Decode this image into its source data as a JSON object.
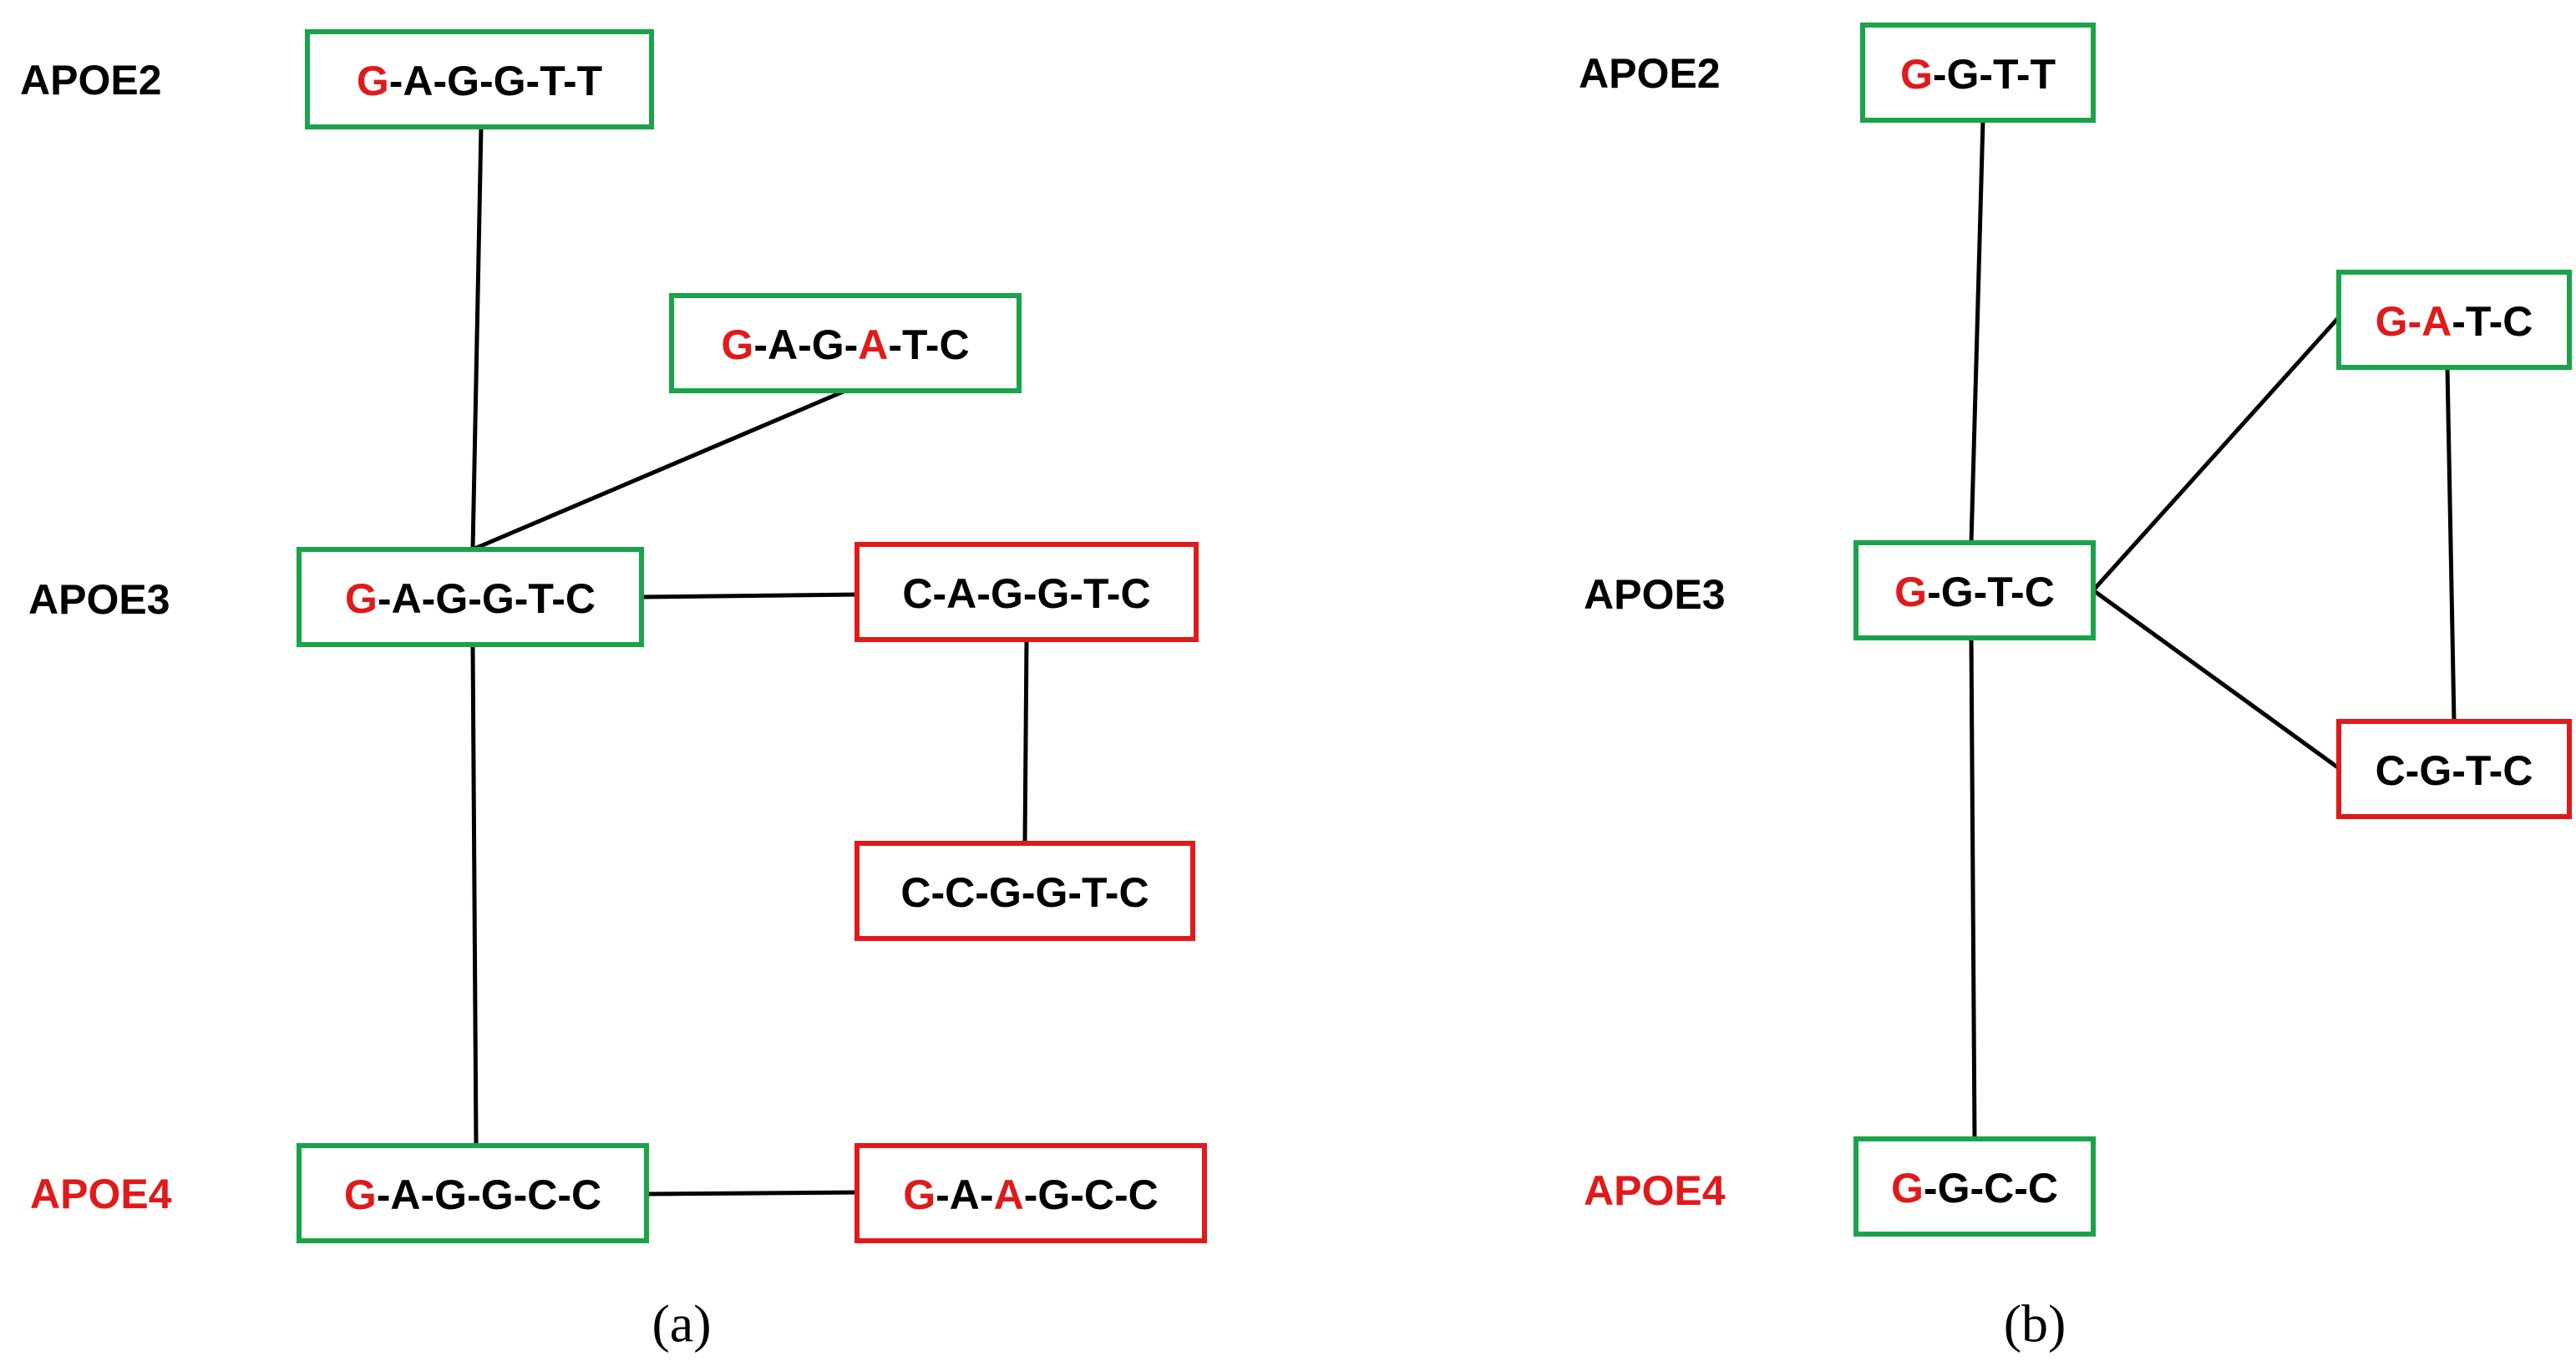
{
  "colors": {
    "green_border": "#1aa34a",
    "red_border": "#e01a1a",
    "red_text": "#e01a1a",
    "black": "#000000"
  },
  "panels": [
    {
      "id": "a",
      "label": "(a)",
      "groups": [
        {
          "id": "apoe2",
          "text": "APOE2",
          "color": "black"
        },
        {
          "id": "apoe3",
          "text": "APOE3",
          "color": "black"
        },
        {
          "id": "apoe4",
          "text": "APOE4",
          "color": "red"
        }
      ],
      "nodes": [
        {
          "id": "a1",
          "border": "green",
          "parts": [
            {
              "t": "G",
              "red": true
            },
            {
              "t": "-A-G-G-T-T",
              "red": false
            }
          ]
        },
        {
          "id": "a2",
          "border": "green",
          "parts": [
            {
              "t": "G",
              "red": true
            },
            {
              "t": "-A-G-",
              "red": false
            },
            {
              "t": "A",
              "red": true
            },
            {
              "t": "-T-C",
              "red": false
            }
          ]
        },
        {
          "id": "a3",
          "border": "green",
          "parts": [
            {
              "t": "G",
              "red": true
            },
            {
              "t": "-A-G-G-T-C",
              "red": false
            }
          ]
        },
        {
          "id": "a4",
          "border": "red",
          "parts": [
            {
              "t": "C-A-G-G-T-C",
              "red": false
            }
          ]
        },
        {
          "id": "a5",
          "border": "red",
          "parts": [
            {
              "t": "C-C-G-G-T-C",
              "red": false
            }
          ]
        },
        {
          "id": "a6",
          "border": "green",
          "parts": [
            {
              "t": "G",
              "red": true
            },
            {
              "t": "-A-G-G-C-C",
              "red": false
            }
          ]
        },
        {
          "id": "a7",
          "border": "red",
          "parts": [
            {
              "t": "G",
              "red": true
            },
            {
              "t": "-A-",
              "red": false
            },
            {
              "t": "A",
              "red": true
            },
            {
              "t": "-G-C-C",
              "red": false
            }
          ]
        }
      ],
      "edges": [
        [
          "a1",
          "a3"
        ],
        [
          "a2",
          "a3"
        ],
        [
          "a3",
          "a4"
        ],
        [
          "a4",
          "a5"
        ],
        [
          "a3",
          "a6"
        ],
        [
          "a6",
          "a7"
        ]
      ]
    },
    {
      "id": "b",
      "label": "(b)",
      "groups": [
        {
          "id": "apoe2",
          "text": "APOE2",
          "color": "black"
        },
        {
          "id": "apoe3",
          "text": "APOE3",
          "color": "black"
        },
        {
          "id": "apoe4",
          "text": "APOE4",
          "color": "red"
        }
      ],
      "nodes": [
        {
          "id": "b1",
          "border": "green",
          "parts": [
            {
              "t": "G",
              "red": true
            },
            {
              "t": "-G-T-T",
              "red": false
            }
          ]
        },
        {
          "id": "b2",
          "border": "green",
          "parts": [
            {
              "t": "G-A",
              "red": true
            },
            {
              "t": "-T-C",
              "red": false
            }
          ]
        },
        {
          "id": "b3",
          "border": "green",
          "parts": [
            {
              "t": "G",
              "red": true
            },
            {
              "t": "-G-T-C",
              "red": false
            }
          ]
        },
        {
          "id": "b4",
          "border": "red",
          "parts": [
            {
              "t": "C-G-T-C",
              "red": false
            }
          ]
        },
        {
          "id": "b5",
          "border": "green",
          "parts": [
            {
              "t": "G",
              "red": true
            },
            {
              "t": "-G-C-C",
              "red": false
            }
          ]
        }
      ],
      "edges": [
        [
          "b1",
          "b3"
        ],
        [
          "b3",
          "b2"
        ],
        [
          "b3",
          "b4"
        ],
        [
          "b2",
          "b4"
        ],
        [
          "b3",
          "b5"
        ]
      ]
    }
  ]
}
